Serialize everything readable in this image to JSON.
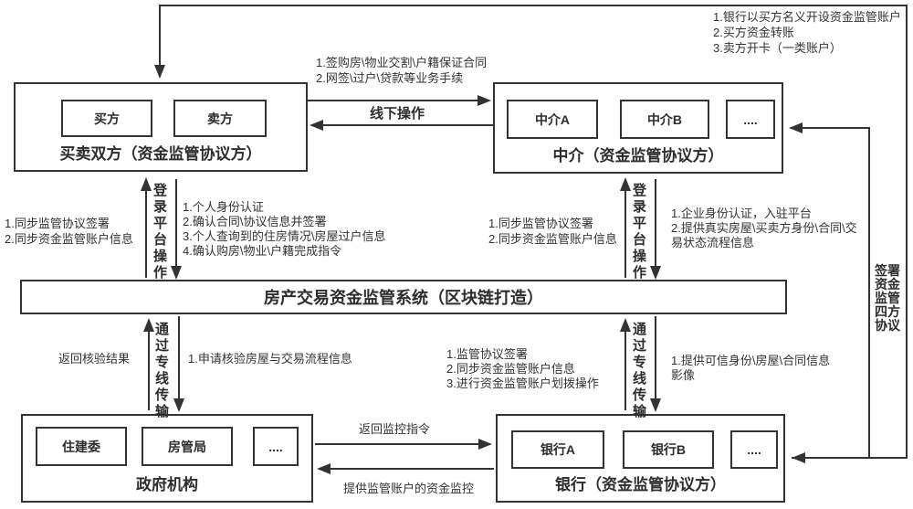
{
  "nodes": {
    "buyer_seller": {
      "title": "买卖双方（资金监管协议方）",
      "members": [
        "买方",
        "卖方"
      ]
    },
    "agency": {
      "title": "中介（资金监管协议方）",
      "members": [
        "中介A",
        "中介B",
        "...."
      ]
    },
    "system": {
      "title": "房产交易资金监管系统（区块链打造）"
    },
    "government": {
      "title": "政府机构",
      "members": [
        "住建委",
        "房管局",
        "...."
      ]
    },
    "bank": {
      "title": "银行（资金监管协议方）",
      "members": [
        "银行A",
        "银行B",
        "...."
      ]
    }
  },
  "annotations": {
    "account_setup": [
      "1.银行以买方名义开设资金监管账户",
      "2.买方资金转账",
      "3.卖方开卡（一类账户）"
    ],
    "offline_items": [
      "1.签购房\\物业交割\\户籍保证合同",
      "2.网签\\过户\\贷款等业务手续"
    ],
    "offline_op": "线下操作",
    "buyer_sync": [
      "1.同步监管协议签署",
      "2.同步资金监管账户信息"
    ],
    "buyer_platform": [
      "1.个人身份认证",
      "2.确认合同\\协议信息并签署",
      "3.个人查询到的住房情况\\房屋过户信息",
      "4.确认购房\\物业\\户籍完成指令"
    ],
    "login_platform_left": "登录平台操作",
    "agency_sync": [
      "1.同步监管协议签署",
      "2.同步资金监管账户信息"
    ],
    "agency_platform": [
      "1.企业身份认证，入驻平台",
      "2.提供真实房屋\\买卖方身份\\合同\\交",
      "易状态流程信息"
    ],
    "login_platform_right": "登录平台操作",
    "four_party": [
      "签署",
      "资金",
      "监管",
      "四方",
      "协议"
    ],
    "verify_result": "返回核验结果",
    "verify_request": "1.申请核验房屋与交易流程信息",
    "dedicated_line_left": "通过专线传输",
    "bank_sync": [
      "1.监管协议签署",
      "2.同步资金监管账户信息",
      "3.进行资金监管账户划拨操作"
    ],
    "bank_provide": [
      "1.提供可信身份\\房屋\\合同信息",
      "影像"
    ],
    "dedicated_line_right": "通过专线传输",
    "monitor_return": "返回监控指令",
    "monitor_provide": "提供监管账户的资金监控"
  },
  "colors": {
    "line": "#333333",
    "text": "#2d2d2d",
    "background": "#ffffff"
  }
}
